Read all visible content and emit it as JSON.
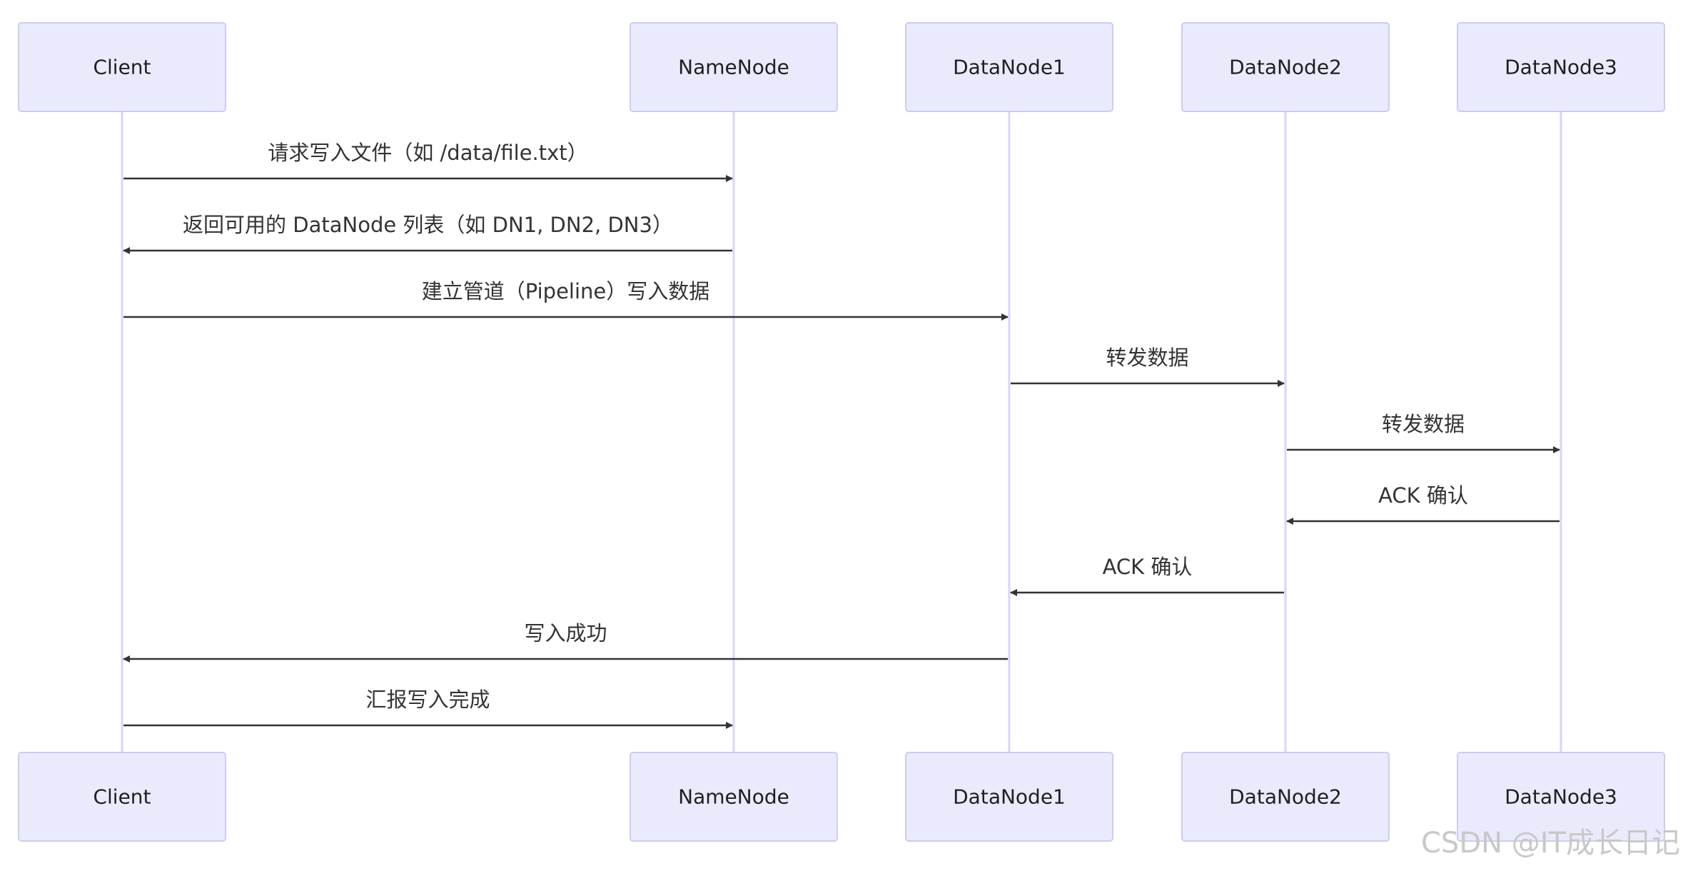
{
  "participants": [
    {
      "id": "client",
      "label": "Client"
    },
    {
      "id": "namenode",
      "label": "NameNode"
    },
    {
      "id": "datanode1",
      "label": "DataNode1"
    },
    {
      "id": "datanode2",
      "label": "DataNode2"
    },
    {
      "id": "datanode3",
      "label": "DataNode3"
    }
  ],
  "messages": [
    {
      "from": "client",
      "to": "namenode",
      "label": "请求写入文件（如 /data/file.txt）"
    },
    {
      "from": "namenode",
      "to": "client",
      "label": "返回可用的 DataNode 列表（如 DN1, DN2, DN3）"
    },
    {
      "from": "client",
      "to": "datanode1",
      "label": "建立管道（Pipeline）写入数据"
    },
    {
      "from": "datanode1",
      "to": "datanode2",
      "label": "转发数据"
    },
    {
      "from": "datanode2",
      "to": "datanode3",
      "label": "转发数据"
    },
    {
      "from": "datanode3",
      "to": "datanode2",
      "label": "ACK 确认"
    },
    {
      "from": "datanode2",
      "to": "datanode1",
      "label": "ACK 确认"
    },
    {
      "from": "datanode1",
      "to": "client",
      "label": "写入成功"
    },
    {
      "from": "client",
      "to": "namenode",
      "label": "汇报写入完成"
    }
  ],
  "colors": {
    "actor_fill": "#eaeafd",
    "actor_stroke": "#cdccf0",
    "lifeline": "#d8d4fb",
    "arrow": "#333333"
  },
  "watermark": "CSDN @IT成长日记"
}
